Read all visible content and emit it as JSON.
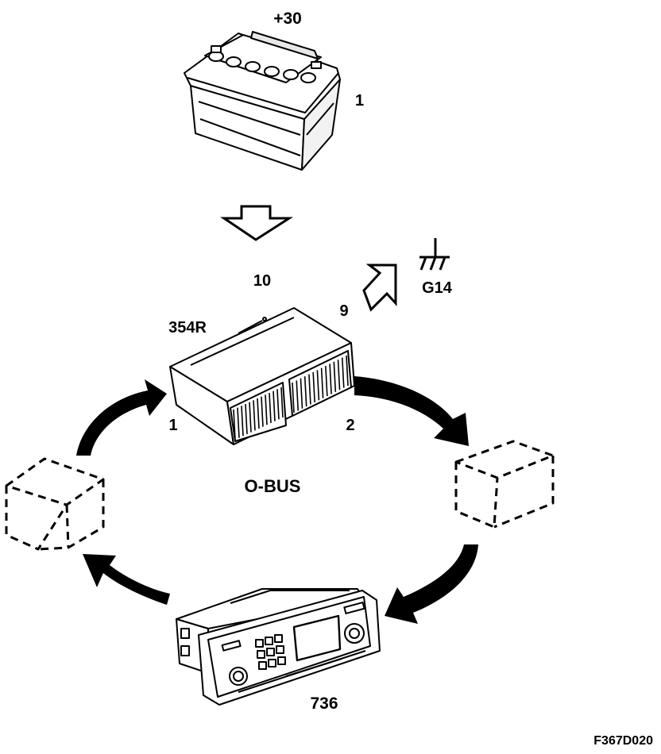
{
  "battery": {
    "terminal_label": "+30",
    "connector_pin": "1"
  },
  "feed": {
    "pin": "10"
  },
  "ground": {
    "pin": "9",
    "point": "G14"
  },
  "control_module": {
    "id": "354R",
    "pin_left": "1",
    "pin_right": "2"
  },
  "bus_label": "O-BUS",
  "head_unit": {
    "id": "736"
  },
  "figure_code": "F367D020",
  "colors": {
    "ink": "#000000",
    "paper": "#ffffff"
  }
}
